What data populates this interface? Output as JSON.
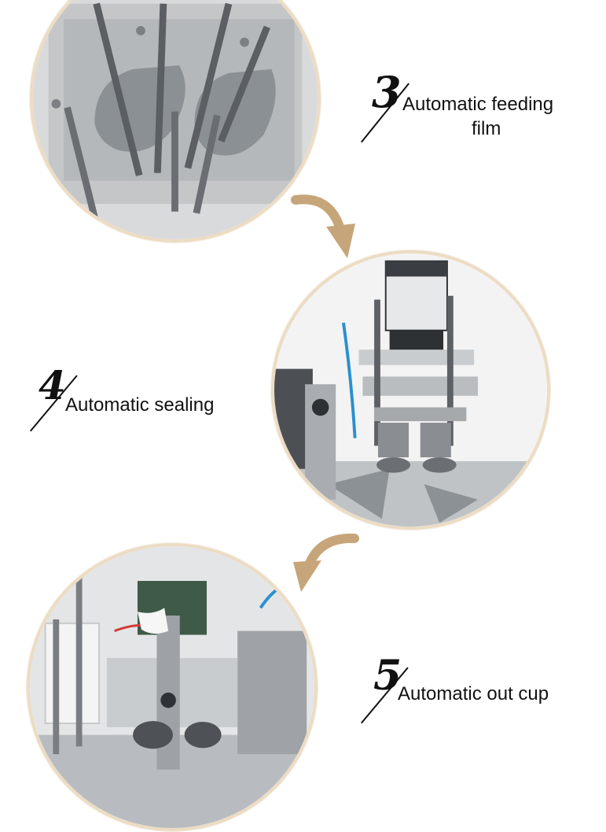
{
  "steps": [
    {
      "number": "3",
      "label_line1": "Automatic feeding",
      "label_line2": "film"
    },
    {
      "number": "4",
      "label_line1": "Automatic sealing"
    },
    {
      "number": "5",
      "label_line1": "Automatic out cup"
    }
  ],
  "colors": {
    "arrow": "#c7a57a",
    "circle_border": "#ecdcc4",
    "text": "#111111"
  },
  "icons": {
    "arrow_1": "curved-arrow-down-right-icon",
    "arrow_2": "curved-arrow-down-left-icon"
  }
}
